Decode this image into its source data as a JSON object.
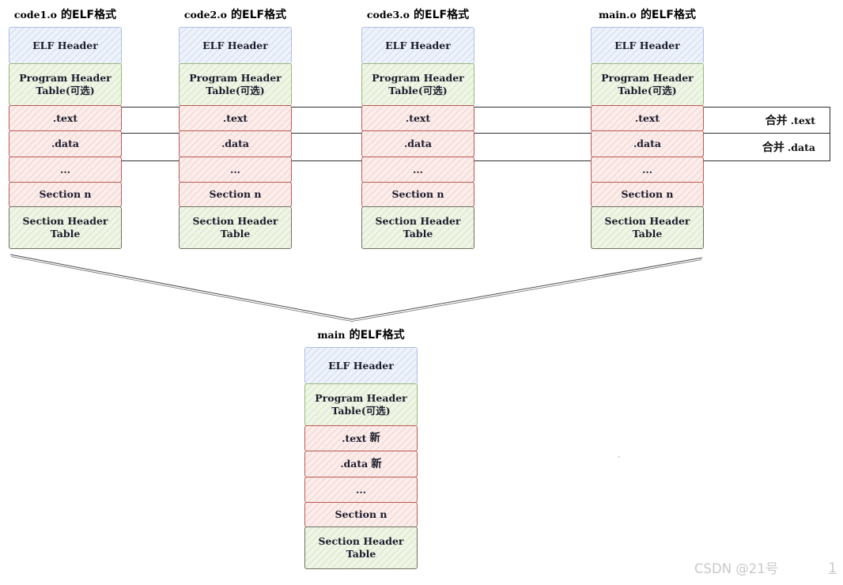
{
  "diagram": {
    "columns": [
      {
        "file": "code1.o",
        "title_suffix": "的ELF格式",
        "boxes": [
          {
            "label": "ELF Header"
          },
          {
            "label": "Program Header Table(可选)"
          },
          {
            "label": ".text"
          },
          {
            "label": ".data"
          },
          {
            "label": "..."
          },
          {
            "label": "Section n"
          },
          {
            "label": "Section Header Table"
          }
        ]
      },
      {
        "file": "code2.o",
        "title_suffix": "的ELF格式",
        "boxes": [
          {
            "label": "ELF Header"
          },
          {
            "label": "Program Header Table(可选)"
          },
          {
            "label": ".text"
          },
          {
            "label": ".data"
          },
          {
            "label": "..."
          },
          {
            "label": "Section n"
          },
          {
            "label": "Section Header Table"
          }
        ]
      },
      {
        "file": "code3.o",
        "title_suffix": "的ELF格式",
        "boxes": [
          {
            "label": "ELF Header"
          },
          {
            "label": "Program Header Table(可选)"
          },
          {
            "label": ".text"
          },
          {
            "label": ".data"
          },
          {
            "label": "..."
          },
          {
            "label": "Section n"
          },
          {
            "label": "Section Header Table"
          }
        ]
      },
      {
        "file": "main.o",
        "title_suffix": "的ELF格式",
        "boxes": [
          {
            "label": "ELF Header"
          },
          {
            "label": "Program Header Table(可选)"
          },
          {
            "label": ".text"
          },
          {
            "label": ".data"
          },
          {
            "label": "..."
          },
          {
            "label": "Section n"
          },
          {
            "label": "Section Header Table"
          }
        ]
      }
    ],
    "bands": [
      {
        "action": "合并",
        "target": ".text"
      },
      {
        "action": "合并",
        "target": ".data"
      }
    ],
    "merged": {
      "file": "main",
      "title_suffix": "的ELF格式",
      "boxes": [
        {
          "label": "ELF Header",
          "suffix": ""
        },
        {
          "label": "Program Header Table(可选)",
          "suffix": ""
        },
        {
          "label": ".text",
          "suffix": "新"
        },
        {
          "label": ".data",
          "suffix": "新"
        },
        {
          "label": "...",
          "suffix": ""
        },
        {
          "label": "Section n",
          "suffix": ""
        },
        {
          "label": "Section Header Table",
          "suffix": ""
        }
      ]
    },
    "watermark": {
      "brand": "CSDN @21号",
      "page": "1"
    }
  }
}
